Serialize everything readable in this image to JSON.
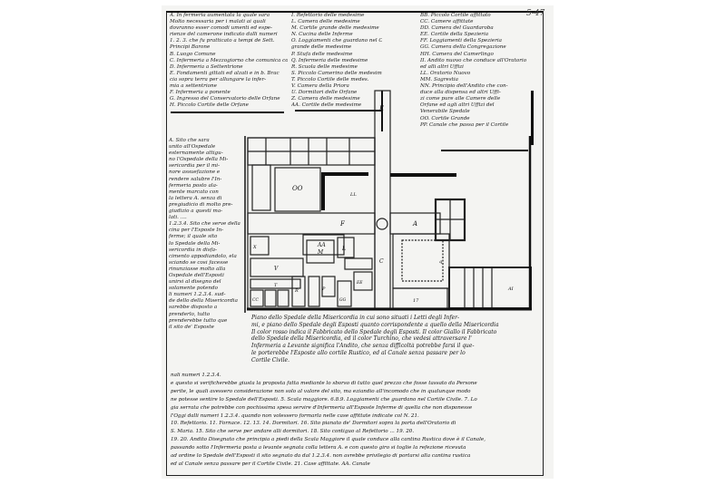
{
  "page_number": "5-47",
  "legend": {
    "col1": [
      "A. In fermeria aumentata la quale sara",
      "Molto necessaria per i malati ai quali",
      "dovranno esser comodi umenti ed espe-",
      "rienze del camerone indicato dalli numeri",
      "1. 2. 3. che fu pratticato a tempi de Sett.",
      "Principi Barone",
      "B. Luogo Comune",
      "C. Infermeria a Mezzogiorno che comunica colla",
      "D. Infermeria a Settentrione",
      "E. Fondamenti gittati ed alzati e in b. Brac",
      "cia sopra terra per allungare la infer-",
      "mia a settentrione",
      "F. Infermeria a ponente",
      "G. Ingresso del Conservatorio delle Orfane",
      "H. Piccolo Cortile delle Orfane"
    ],
    "col2": [
      "I. Refettorio delle medesime",
      "L. Camera delle medesime",
      "M. Cortile grande delle medesime",
      "N. Cucina delle Inferme",
      "O. Loggiamenti che guardano nel Cortile",
      "grande delle medesime",
      "P. Stufa delle medesime",
      "Q. Infermeria delle medesime",
      "R. Scuola delle medesime",
      "S. Piccolo Camerino delle medesime",
      "T. Piccolo Cortile delle medes.",
      "V. Camera della Priora",
      "U. Dormitori delle Orfane",
      "Z. Camera delle medesime",
      "AA. Cortile delle medesime"
    ],
    "col3": [
      "BB. Piccolo Cortile affittato",
      "CC. Camere affittate",
      "DD. Camera del Guardaroba",
      "EE. Cortile della Spezieria",
      "FF. Loggiamenti della Spezieria",
      "GG. Camera della Congregazione",
      "HH. Camera del Camerlingo",
      "II. Andito nuovo che conduce all'Oratorio",
      "ed alli altri Uffizi",
      "LL. Oratorio Nuovo",
      "MM. Sagrestia",
      "NN. Principio dell'Andito che con-",
      "duce alla dispensa ed altri Uffi-",
      "zi come pure alle Camere delle",
      "Orfane ed agli altri Uffizi del",
      "Venerabile Spedale",
      "OO. Cortile Grande",
      "PP. Canale che passa per il Cortile"
    ]
  },
  "left_notes": [
    "A. Sito che sara",
    "unito all'Ospedale",
    "esternamente attigu-",
    "no l'Ospedale della Mi-",
    "sericordia per il mi-",
    "nore assuefazione e",
    "rendere salubre l'In-",
    "fermeria posto ala-",
    "mente marcato con",
    "la lettera A. senza di",
    "pregiudicio di molto pre-",
    "giudizio a questi ma-",
    "lati. ....",
    "1.2.3.4. Sito che serve della",
    "cina per l'Esposte In-",
    "ferme; il quale sito",
    "lo Spedale della Mi-",
    "sericordia in disfa-",
    "cimento appodiandolo, ela",
    "sciando se così facesse",
    "rinunziasse molto alla",
    "Ospedale dell'Esposti",
    "unirsi al disegno del",
    "solamente potendo",
    "li numeri 1.2.3.4. sud-",
    "de dello della Misericordia",
    "sarebbe disposto a",
    "prenderlo, tutto",
    "prenderebbe tutto que",
    "il sito de' Esposte"
  ],
  "title_paragraph": [
    "Piano dello Spedale della Misericordia in cui sono situati i Letti degli Infer-",
    "mi, e piano dello Spedale degli Esposti quanto corrispondente a quello della Misericordia",
    "Il color rosso indica il Fabbricato dello Spedale degli Esposti. Il color Giallo il Fabbricato",
    "dello Spedale della Misericordia, ed il color Turchino, che vedesi attraversare l'",
    "Infermeria a Levante significa l'Andito, che senza difficoltà potrebbe farsi il que-",
    "le porterebbe l'Esposte allo cortile Rustico, ed al Canale senza passare per lo",
    "Cortile Civile."
  ],
  "bottom_paragraph": [
    "nali numeri 1.2.3.4.",
    "e questo si verificherebbe giusta la proposta fatta mediante lo sborso di tutto quel prezzo che fosse tassato da Persone",
    "perite, le quali avessero considerazione non solo al valore del sito, ma eziandio all'incomodo che in qualunque modo",
    "ne potesse sentire lo Spedale dell'Esposti. 5. Scala maggiore. 6.8.9. Loggiamenti che guardano nel Cortile Civile. 7. Lo",
    "gia serrata che potrebbe con pochissima spesa servire d'Infermeria all'Esposte Inferme di quella che non disponesse",
    "l'Oggi dalli numeri 1.2.3.4. quando non volessero formarla nelle case affittate indicate col N. 21.",
    "10. Refettorio. 11. Fornace. 12. 13. 14. Dormitori. 16. Sito pianato de' Dormitori sopra la porta dell'Oratorio di",
    "S. Maria. 15. Sito che serve per andare alli dormitori. 18. Sito contiguo al Refettorio ... 19. 20.",
    "19. 20. Andito Disegnato che principia a piedi della Scala Maggiore il quale conduce alla cantina Rustica dove è il Canale,",
    "passando sotto l'Infermeria posta a levante segnata colla lettera A. e con questo giro si toglie la refezione ricevuta",
    "ad ordine lo Spedale dell'Esposti il sito segnato da dal 1.2.3.4. non avrebbe privilegio di portarsi alla cantina rustica",
    "ed al Canale senza passare per il Cortile Civile.  21. Case affittate.  AA. Canale"
  ],
  "plan_labels": {
    "E": "E",
    "OO": "OO",
    "LL": "LL",
    "F": "F",
    "A": "A",
    "AA": "AA",
    "V": "V",
    "M": "M",
    "L": "L",
    "C": "C",
    "T": "T",
    "R": "R",
    "P": "P",
    "EE": "EE",
    "CC": "CC",
    "GG": "GG",
    "X": "X",
    "q": "q",
    "AI": "AI",
    "I7": "17"
  }
}
